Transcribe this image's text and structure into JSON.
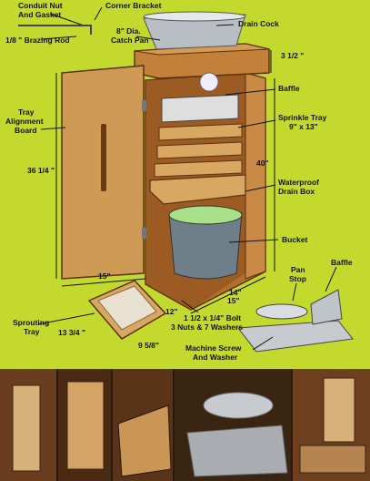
{
  "labels": {
    "conduit_nut_line1": "Conduit Nut",
    "conduit_nut_line2": "And Gasket",
    "corner_bracket": "Corner Bracket",
    "drain_cock": "Drain Cock",
    "catch_pan_line1": "8\" Dia.",
    "catch_pan_line2": "Catch Pan",
    "brazing_rod": "1/8 \" Brazing Rod",
    "tray_alignment_line1": "Tray",
    "tray_alignment_line2": "Alignment",
    "tray_alignment_line3": "Board",
    "baffle_top": "Baffle",
    "sprinkle_tray_line1": "Sprinkle Tray",
    "sprinkle_tray_line2": "9\" x 13\"",
    "waterproof_line1": "Waterproof",
    "waterproof_line2": "Drain Box",
    "bucket": "Bucket",
    "pan_stop_line1": "Pan",
    "pan_stop_line2": "Stop",
    "baffle_right": "Baffle",
    "sprouting_tray_line1": "Sprouting",
    "sprouting_tray_line2": "Tray",
    "bolt_line1": "1 1/2 x 1/4\" Bolt",
    "bolt_line2": "3 Nuts & 7 Washers",
    "machine_screw_line1": "Machine Screw",
    "machine_screw_line2": "And Washer"
  },
  "dimensions": {
    "top_height": "3 1/2 \"",
    "door_height": "36 1/4 \"",
    "cabinet_height": "40\"",
    "width_15_left": "15\"",
    "depth_14": "14\"",
    "depth_15": "15\"",
    "base_12": "12\"",
    "tray_13_3_4": "13 3/4 \"",
    "tray_9_5_8": "9 5/8\""
  }
}
